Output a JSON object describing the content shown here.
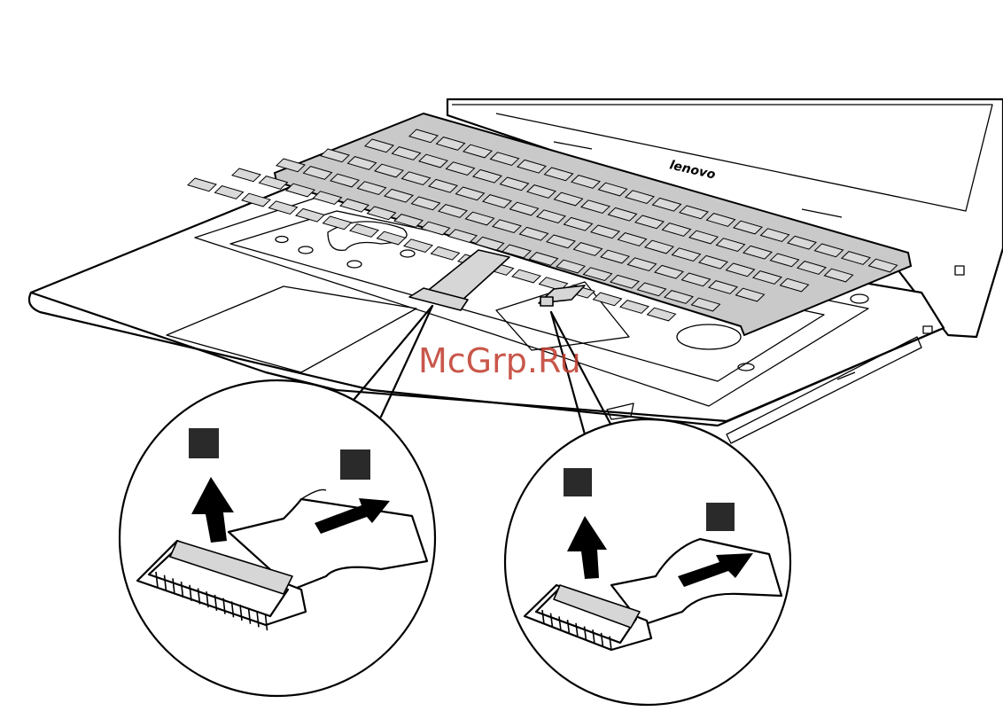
{
  "brand_logo": "lenovo",
  "watermark": "McGrp.Ru",
  "colors": {
    "ink": "#000000",
    "keyboard_grey": "#c9c9c9",
    "watermark": "#c0392b",
    "step_marker": "#2a2a2a"
  },
  "callouts": [
    {
      "name": "left-callout",
      "steps": [
        "marker-1",
        "marker-2"
      ]
    },
    {
      "name": "right-callout",
      "steps": [
        "marker-1",
        "marker-2"
      ]
    }
  ]
}
